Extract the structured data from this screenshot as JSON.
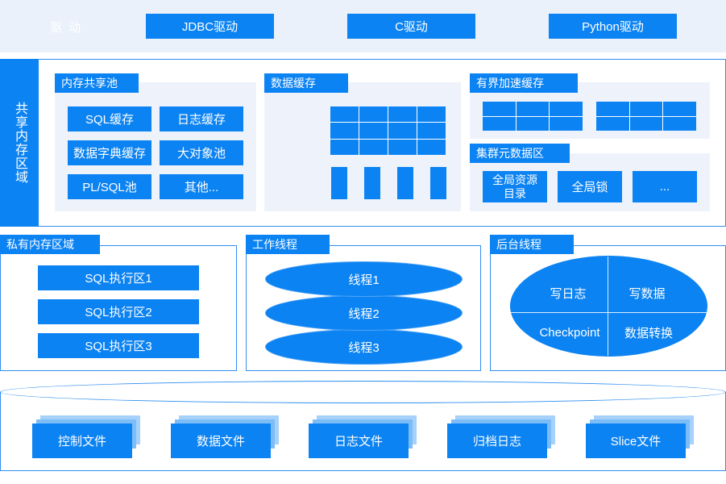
{
  "top": {
    "label": "驱 动",
    "drivers": [
      "JDBC驱动",
      "C驱动",
      "Python驱动"
    ]
  },
  "shared": {
    "label": "共享内存区域",
    "memory_pool": {
      "title": "内存共享池",
      "items": [
        "SQL缓存",
        "日志缓存",
        "数据字典缓存",
        "大对象池",
        "PL/SQL池",
        "其他..."
      ]
    },
    "data_cache": {
      "title": "数据缓存"
    },
    "bounded_cache": {
      "title": "有界加速缓存"
    },
    "cluster_meta": {
      "title": "集群元数据区",
      "items": [
        "全局资源\n目录",
        "全局锁",
        "..."
      ]
    }
  },
  "private": {
    "title": "私有内存区域",
    "items": [
      "SQL执行区1",
      "SQL执行区2",
      "SQL执行区3"
    ]
  },
  "worker": {
    "title": "工作线程",
    "items": [
      "线程1",
      "线程2",
      "线程3"
    ]
  },
  "background": {
    "title": "后台线程",
    "items": [
      "写日志",
      "写数据",
      "Checkpoint",
      "数据转换"
    ]
  },
  "storage": {
    "files": [
      "控制文件",
      "数据文件",
      "日志文件",
      "归档日志",
      "Slice文件"
    ]
  },
  "colors": {
    "primary": "#0c83f2",
    "border": "#2f8ff0",
    "panel": "#eef3fb",
    "top_band": "#eaf1fb"
  }
}
